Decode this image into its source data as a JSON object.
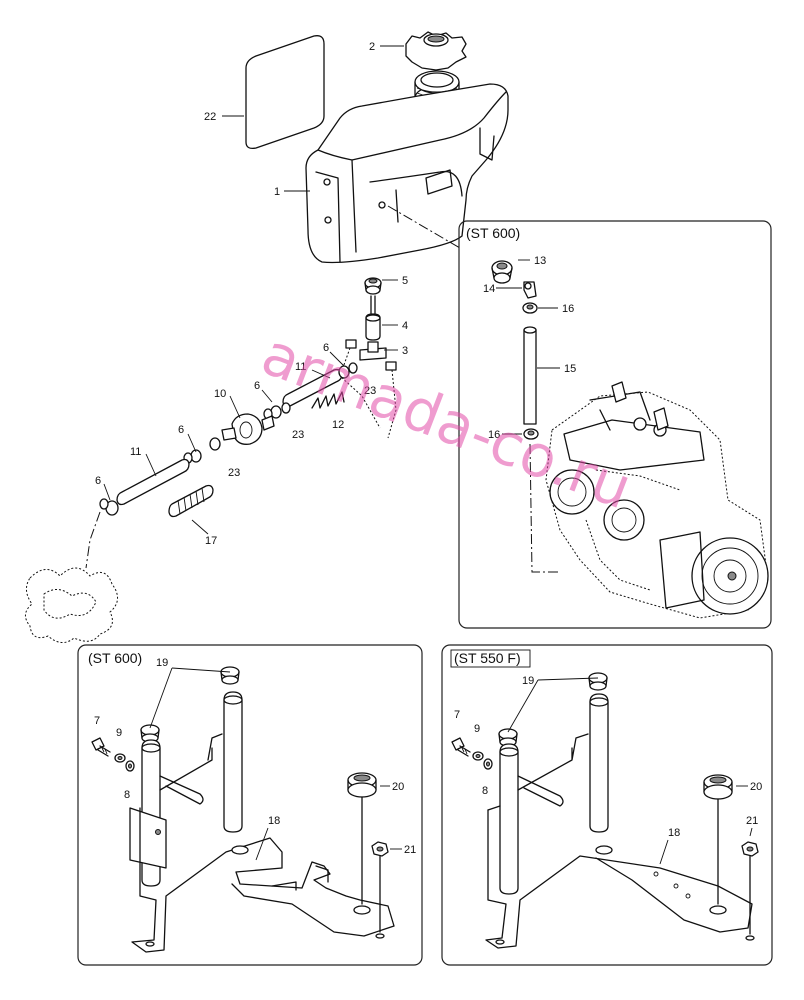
{
  "watermark": "armada-co.ru",
  "panels": {
    "top_right": "(ST 600)",
    "bottom_left": "(ST 600)",
    "bottom_right": "(ST 550 F)"
  },
  "callouts": {
    "n1": "1",
    "n2": "2",
    "n3": "3",
    "n4": "4",
    "n5": "5",
    "n6a": "6",
    "n6b": "6",
    "n6c": "6",
    "n6d": "6",
    "n7a": "7",
    "n7b": "7",
    "n8a": "8",
    "n8b": "8",
    "n9a": "9",
    "n9b": "9",
    "n10": "10",
    "n11a": "11",
    "n11b": "11",
    "n12": "12",
    "n13": "13",
    "n14": "14",
    "n15": "15",
    "n16a": "16",
    "n16b": "16",
    "n17": "17",
    "n18a": "18",
    "n18b": "18",
    "n19a": "19",
    "n19b": "19",
    "n20a": "20",
    "n20b": "20",
    "n21a": "21",
    "n21b": "21",
    "n22": "22",
    "n23a": "23",
    "n23b": "23",
    "n23c": "23"
  },
  "colors": {
    "watermark": "#e24aa8",
    "line": "#111111"
  }
}
